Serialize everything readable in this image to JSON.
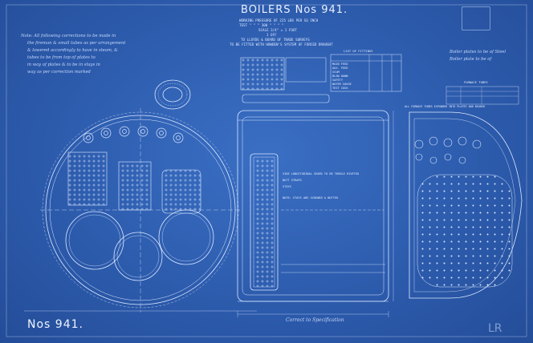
{
  "sheet": {
    "title": "BOILERS Nos 941.",
    "subtitle_lines": [
      "WORKING PRESSURE OF 225 LBS PER SQ INCH",
      "TEST  \"   \"   \"  300 \"   \"   \"   \"",
      "SCALE 3/4\" = 1 FOOT",
      "1 OFF",
      "TO LLOYDS & BOARD OF TRADE SURVEYS",
      "TO BE FITTED WITH HOWDEN'S SYSTEM OF FORCED DRAUGHT"
    ],
    "corner_label": "Nos 941.",
    "notes_handwritten": [
      "Note: All following corrections to be made in",
      "the fireman & small tubes as per arrangement",
      "& lowered accordingly to have in steam, &",
      "tubes to be from top of plates to",
      "in way of plates & to be in stays  in",
      "way as per correction marked"
    ],
    "right_note": [
      "Boiler plates to be of Steel",
      "Boiler plate to be of"
    ],
    "table_title": "LIST OF FITTINGS",
    "table_rows": [
      "MAIN FEED",
      "AUX. FEED",
      "SCUM",
      "BLOW DOWN",
      "SAFETY",
      "WATER GAUGE",
      "TEST COCK"
    ],
    "tube_table_title": "FURNACE TUBES",
    "tube_note": "ALL FURNACE TUBES EXPANDED INTO PLATES AND BEADED",
    "section_notes": [
      "SIDE LONGITUDINAL SEAMS TO BE TREBLE RIVETED",
      "BUTT STRAPS",
      "STAYS",
      "NOTE: STAYS ARE SCREWED & NUTTED"
    ],
    "bottom_center": "Correct to Specification",
    "colors": {
      "paper": "#2f5fb0",
      "line": "#d8e6ff"
    }
  }
}
